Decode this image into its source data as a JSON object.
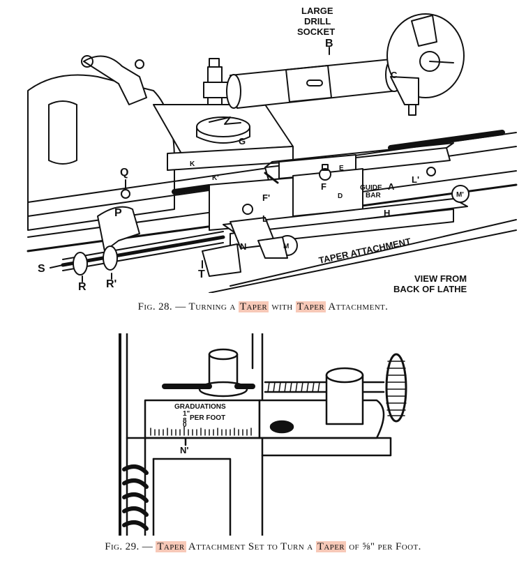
{
  "figure28": {
    "labels": {
      "top_title_1": "LARGE",
      "top_title_2": "DRILL",
      "top_title_3": "SOCKET",
      "B": "B",
      "C": "C",
      "G": "G",
      "K": "K",
      "K_prime": "K'",
      "E": "E",
      "F": "F",
      "F_prime": "F'",
      "D": "D",
      "A": "A",
      "guide_1": "GUIDE",
      "guide_2": "BAR",
      "L": "L",
      "L_prime": "L'",
      "M": "M",
      "M_prime": "M'",
      "H": "H",
      "N": "N",
      "Q": "Q",
      "P": "P",
      "S": "S",
      "R": "R",
      "R_prime": "R'",
      "T": "T",
      "taper_attachment": "TAPER ATTACHMENT",
      "view_1": "VIEW FROM",
      "view_2": "BACK OF LATHE"
    },
    "caption": {
      "prefix": "Fig. 28. — Turning a ",
      "hl1": "Taper",
      "mid": " with ",
      "hl2": "Taper",
      "suffix": " Attachment."
    }
  },
  "figure29": {
    "labels": {
      "grad_1": "GRADUATIONS",
      "grad_frac": "1\"",
      "grad_den": "8",
      "grad_2": "PER FOOT",
      "zero": "0",
      "N_prime": "N'"
    },
    "caption": {
      "prefix": "Fig. 29. — ",
      "hl1": "Taper",
      "mid": " Attachment Set to Turn a ",
      "hl2": "Taper",
      "suffix": " of ⅝\" per Foot."
    }
  },
  "colors": {
    "highlight": "#f7c9b8",
    "ink": "#111111"
  }
}
